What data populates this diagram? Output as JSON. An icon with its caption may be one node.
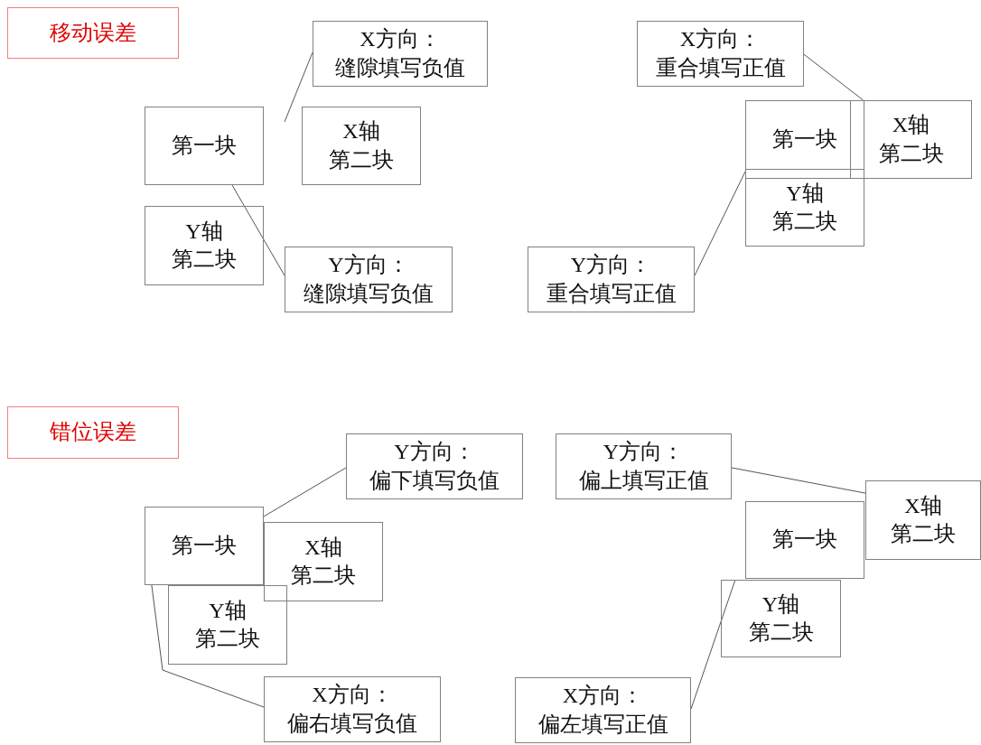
{
  "diagram": {
    "nodes": [
      {
        "text": [
          "移动误差"
        ]
      },
      {
        "text": [
          "X方向：",
          "缝隙填写负值"
        ]
      },
      {
        "text": [
          "X方向：",
          "重合填写正值"
        ]
      },
      {
        "text": [
          "第一块"
        ]
      },
      {
        "text": [
          "X轴",
          "第二块"
        ]
      },
      {
        "text": [
          "第一块"
        ]
      },
      {
        "text": [
          "X轴",
          "第二块"
        ]
      },
      {
        "text": [
          "Y轴",
          "第二块"
        ]
      },
      {
        "text": [
          "Y轴",
          "第二块"
        ]
      },
      {
        "text": [
          "Y方向：",
          "缝隙填写负值"
        ]
      },
      {
        "text": [
          "Y方向：",
          "重合填写正值"
        ]
      },
      {
        "text": [
          "错位误差"
        ]
      },
      {
        "text": [
          "Y方向：",
          "偏下填写负值"
        ]
      },
      {
        "text": [
          "Y方向：",
          "偏上填写正值"
        ]
      },
      {
        "text": [
          "X轴",
          "第二块"
        ]
      },
      {
        "text": [
          "第一块"
        ]
      },
      {
        "text": [
          "第一块"
        ]
      },
      {
        "text": [
          "X轴",
          "第二块"
        ]
      },
      {
        "text": [
          "Y轴",
          "第二块"
        ]
      },
      {
        "text": [
          "Y轴",
          "第二块"
        ]
      },
      {
        "text": [
          "X方向：",
          "偏右填写负值"
        ]
      },
      {
        "text": [
          "X方向：",
          "偏左填写正值"
        ]
      }
    ],
    "edges": [
      {
        "from": 1,
        "to": null,
        "arrow": "none"
      },
      {
        "from": 2,
        "to": 5,
        "arrow": "none"
      },
      {
        "from": 9,
        "to": 3,
        "arrow": "none"
      },
      {
        "from": 10,
        "to": 8,
        "arrow": "none"
      },
      {
        "from": 12,
        "to": 15,
        "arrow": "none"
      },
      {
        "from": 13,
        "to": 14,
        "arrow": "none"
      },
      {
        "from": 20,
        "to": 15,
        "arrow": "none"
      },
      {
        "from": 21,
        "to": 18,
        "arrow": "none"
      }
    ]
  }
}
